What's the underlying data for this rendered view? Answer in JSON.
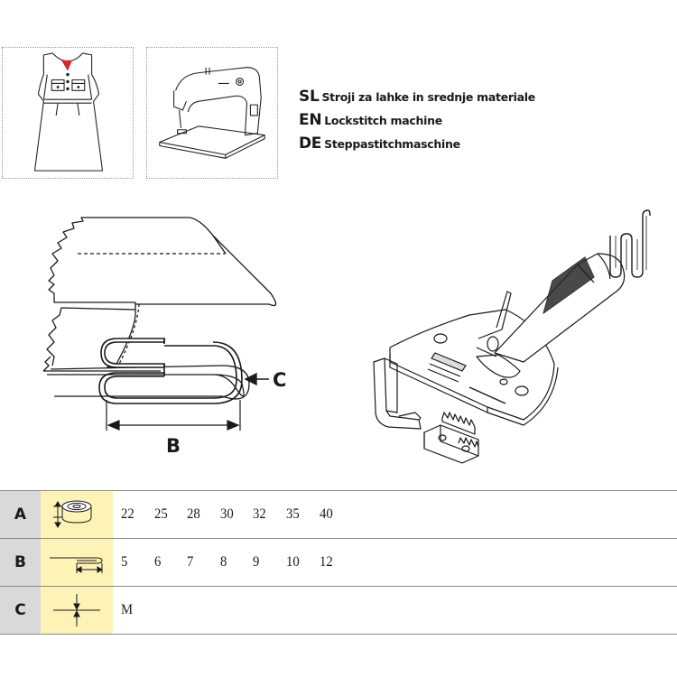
{
  "languages": [
    {
      "code": "SL",
      "text": "Stroji za lahke in  srednje materiale"
    },
    {
      "code": "EN",
      "text": "Lockstitch machine"
    },
    {
      "code": "DE",
      "text": "Steppastitchmaschine"
    }
  ],
  "diagram": {
    "label_b": "B",
    "label_c": "C"
  },
  "spec_table": {
    "rows": [
      {
        "code": "A",
        "icon": "tape-roll-width-icon",
        "values": [
          "22",
          "25",
          "28",
          "30",
          "32",
          "35",
          "40"
        ]
      },
      {
        "code": "B",
        "icon": "folded-hem-width-icon",
        "values": [
          "5",
          "6",
          "7",
          "8",
          "9",
          "10",
          "12"
        ]
      },
      {
        "code": "C",
        "icon": "material-thickness-icon",
        "values": [
          "M"
        ]
      }
    ]
  },
  "colors": {
    "code_cell": "#d9d9d9",
    "icon_cell": "#fdf3b6",
    "tag_red": "#d6262e"
  }
}
